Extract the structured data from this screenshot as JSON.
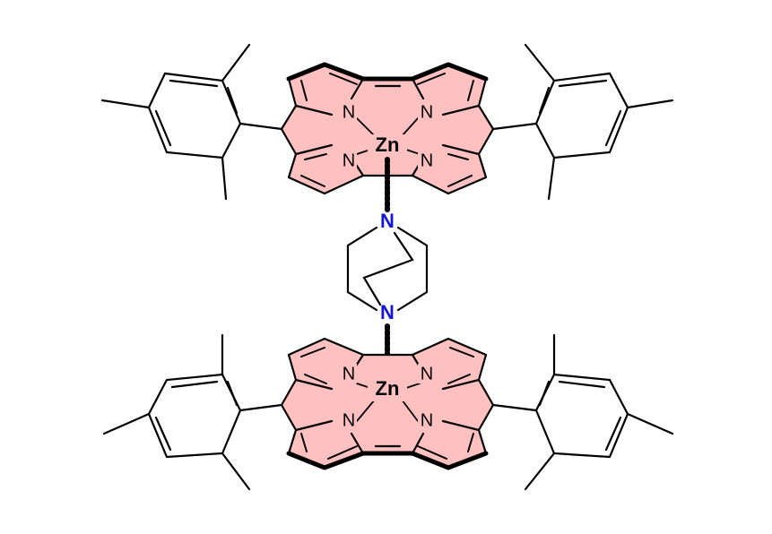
{
  "colors": {
    "porphyrin_fill": "#ffc0c0",
    "bond": "#000000",
    "heteroatom_nitrogen_bridge": "#1515d8"
  },
  "top_porphyrin": {
    "metal": "Zn",
    "n_labels": [
      "N",
      "N",
      "N",
      "N"
    ]
  },
  "bottom_porphyrin": {
    "metal": "Zn",
    "n_labels": [
      "N",
      "N",
      "N",
      "N"
    ]
  },
  "bridge": {
    "n_top": "N",
    "n_bottom": "N"
  }
}
